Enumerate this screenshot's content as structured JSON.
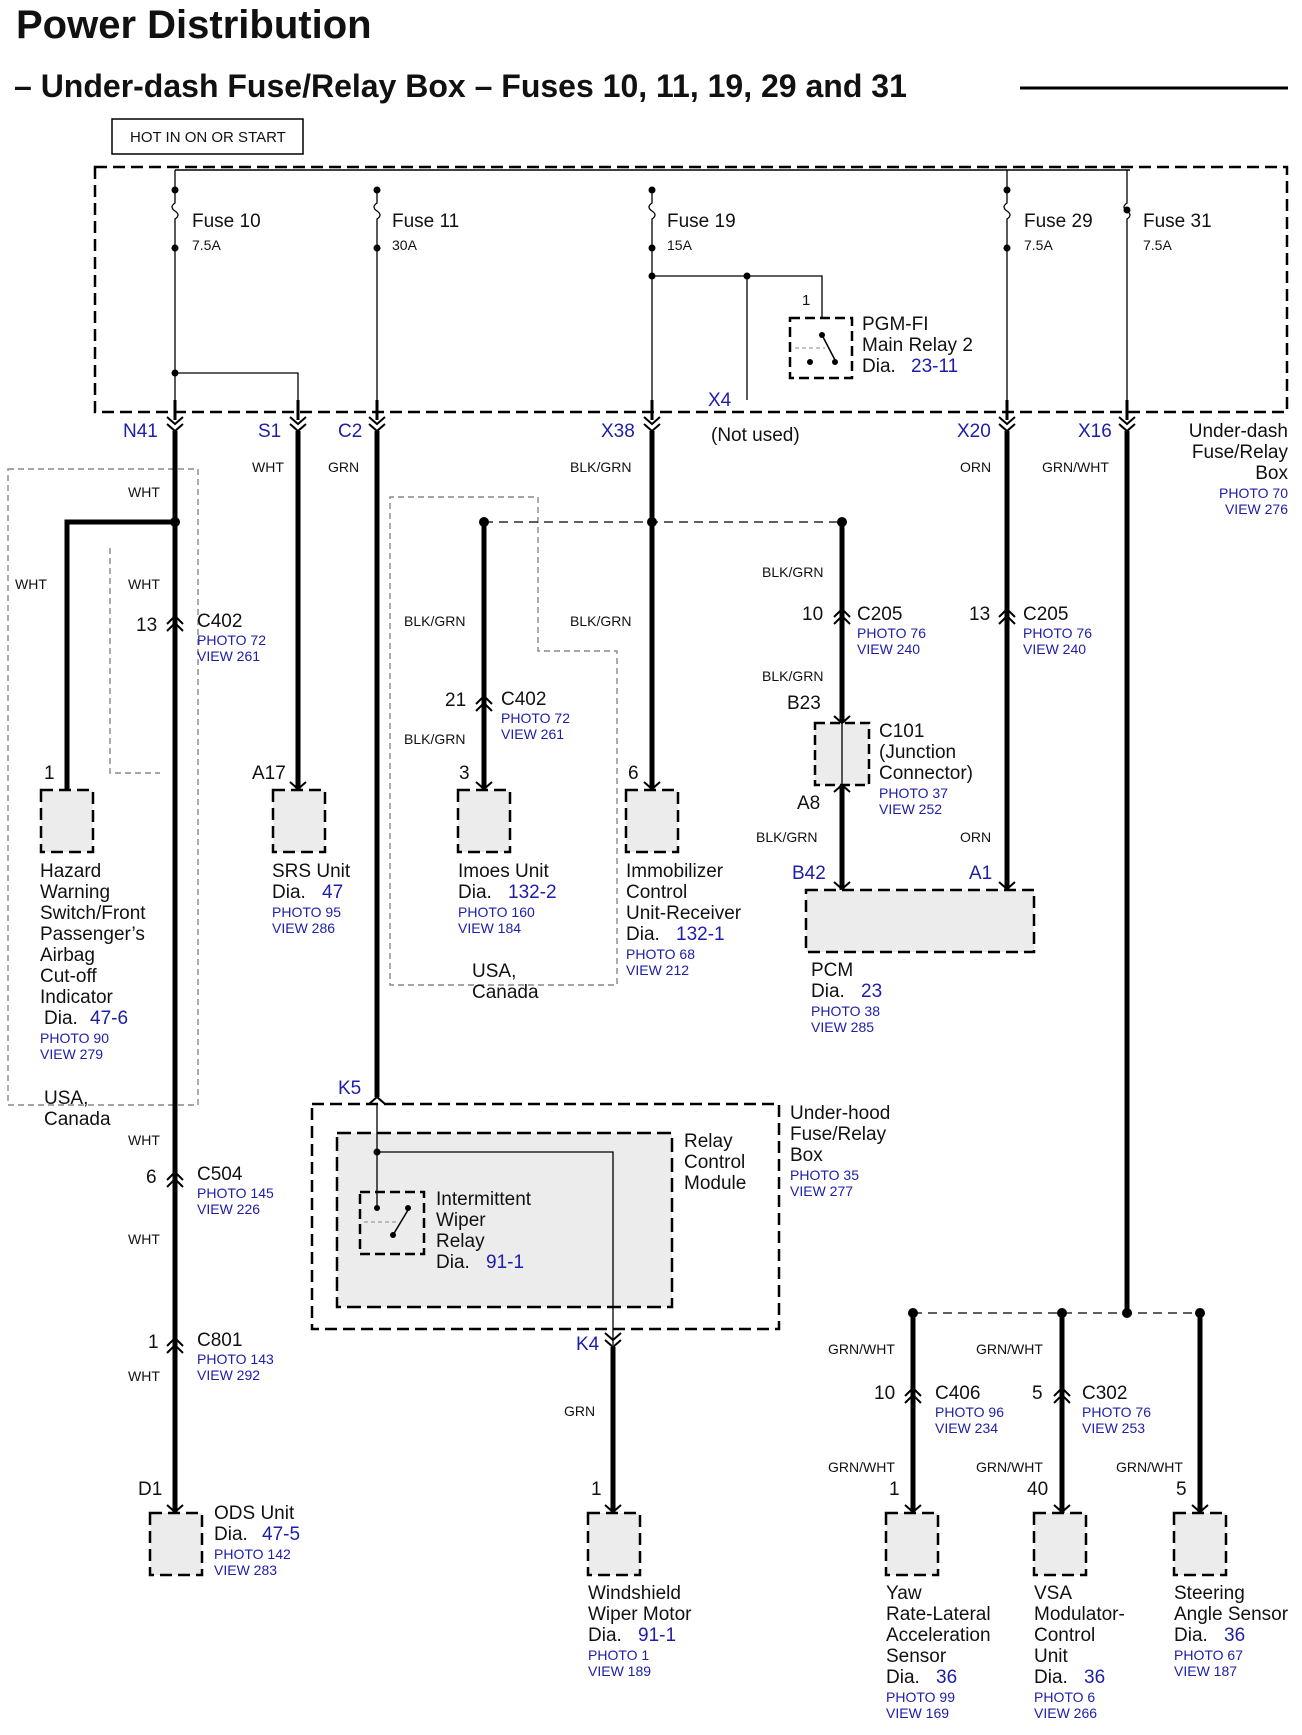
{
  "header": {
    "title": "Power Distribution",
    "subtitle": "– Under-dash Fuse/Relay Box – Fuses 10, 11, 19, 29 and 31",
    "supply_label": "HOT IN ON OR START"
  },
  "fuses": [
    {
      "name": "Fuse 10",
      "rating": "7.5A"
    },
    {
      "name": "Fuse 11",
      "rating": "30A"
    },
    {
      "name": "Fuse 19",
      "rating": "15A"
    },
    {
      "name": "Fuse 29",
      "rating": "7.5A"
    },
    {
      "name": "Fuse 31",
      "rating": "7.5A"
    }
  ],
  "pgm_relay": {
    "pin": "1",
    "line1": "PGM-FI",
    "line2": "Main Relay 2",
    "dia": "Dia.",
    "dia_ref": "23-11"
  },
  "underdash_box": {
    "line1": "Under-dash",
    "line2": "Fuse/Relay",
    "line3": "Box",
    "photo": "PHOTO 70",
    "view": "VIEW 276"
  },
  "terminals": {
    "n41": "N41",
    "s1": "S1",
    "c2": "C2",
    "x38": "X38",
    "x4": "X4",
    "x20": "X20",
    "x16": "X16",
    "k5": "K5",
    "k4": "K4",
    "b42": "B42",
    "a1": "A1",
    "b23": "B23",
    "a8": "A8",
    "d1": "D1",
    "a17": "A17"
  },
  "not_used": "(Not used)",
  "wire_colors": {
    "wht": "WHT",
    "grn": "GRN",
    "blkgrn": "BLK/GRN",
    "orn": "ORN",
    "grnwht": "GRN/WHT"
  },
  "connectors": {
    "c402_13": {
      "pin": "13",
      "name": "C402",
      "photo": "PHOTO 72",
      "view": "VIEW 261"
    },
    "c402_21": {
      "pin": "21",
      "name": "C402",
      "photo": "PHOTO 72",
      "view": "VIEW 261"
    },
    "c205_10": {
      "pin": "10",
      "name": "C205",
      "photo": "PHOTO 76",
      "view": "VIEW 240"
    },
    "c205_13": {
      "pin": "13",
      "name": "C205",
      "photo": "PHOTO 76",
      "view": "VIEW 240"
    },
    "c101": {
      "name": "C101",
      "line2": "(Junction",
      "line3": "Connector)",
      "photo": "PHOTO 37",
      "view": "VIEW 252"
    },
    "c504": {
      "pin": "6",
      "name": "C504",
      "photo": "PHOTO 145",
      "view": "VIEW 226"
    },
    "c801": {
      "pin": "1",
      "name": "C801",
      "photo": "PHOTO 143",
      "view": "VIEW 292"
    },
    "c406": {
      "pin": "10",
      "name": "C406",
      "photo": "PHOTO 96",
      "view": "VIEW 234"
    },
    "c302": {
      "pin": "5",
      "name": "C302",
      "photo": "PHOTO 76",
      "view": "VIEW 253"
    }
  },
  "components": {
    "hazard": {
      "pin": "1",
      "lines": [
        "Hazard",
        "Warning",
        "Switch/Front",
        "Passenger’s",
        "Airbag",
        "Cut-off",
        "Indicator"
      ],
      "dia": "Dia.",
      "dia_ref": "47-6",
      "photo": "PHOTO 90",
      "view": "VIEW 279"
    },
    "srs": {
      "line1": "SRS Unit",
      "dia": "Dia.",
      "dia_ref": "47",
      "photo": "PHOTO 95",
      "view": "VIEW 286"
    },
    "imoes": {
      "pin": "3",
      "line1": "Imoes Unit",
      "dia": "Dia.",
      "dia_ref": "132-2",
      "photo": "PHOTO 160",
      "view": "VIEW 184"
    },
    "immob": {
      "pin": "6",
      "line1": "Immobilizer",
      "line2": "Control",
      "line3": "Unit-Receiver",
      "dia": "Dia.",
      "dia_ref": "132-1",
      "photo": "PHOTO 68",
      "view": "VIEW 212"
    },
    "pcm": {
      "line1": "PCM",
      "dia": "Dia.",
      "dia_ref": "23",
      "photo": "PHOTO 38",
      "view": "VIEW 285"
    },
    "ods": {
      "line1": "ODS Unit",
      "dia": "Dia.",
      "dia_ref": "47-5",
      "photo": "PHOTO 142",
      "view": "VIEW 283"
    },
    "wiper_motor": {
      "pin": "1",
      "line1": "Windshield",
      "line2": "Wiper Motor",
      "dia": "Dia.",
      "dia_ref": "91-1",
      "photo": "PHOTO 1",
      "view": "VIEW 189"
    },
    "yaw": {
      "pin": "1",
      "line1": "Yaw",
      "line2": "Rate-Lateral",
      "line3": "Acceleration",
      "line4": "Sensor",
      "dia": "Dia.",
      "dia_ref": "36",
      "photo": "PHOTO 99",
      "view": "VIEW 169"
    },
    "vsa": {
      "pin": "40",
      "line1": "VSA",
      "line2": "Modulator-",
      "line3": "Control",
      "line4": "Unit",
      "dia": "Dia.",
      "dia_ref": "36",
      "photo": "PHOTO 6",
      "view": "VIEW 266"
    },
    "steer": {
      "pin": "5",
      "line1": "Steering",
      "line2": "Angle Sensor",
      "dia": "Dia.",
      "dia_ref": "36",
      "photo": "PHOTO 67",
      "view": "VIEW 187"
    }
  },
  "regions": {
    "usa1": "USA,",
    "canada1": "Canada",
    "usa2": "USA,",
    "canada2": "Canada"
  },
  "underhood_box": {
    "line1": "Under-hood",
    "line2": "Fuse/Relay",
    "line3": "Box",
    "photo": "PHOTO 35",
    "view": "VIEW 277"
  },
  "relay_module": {
    "line1": "Relay",
    "line2": "Control",
    "line3": "Module"
  },
  "wiper_relay": {
    "line1": "Intermittent",
    "line2": "Wiper",
    "line3": "Relay",
    "dia": "Dia.",
    "dia_ref": "91-1"
  }
}
